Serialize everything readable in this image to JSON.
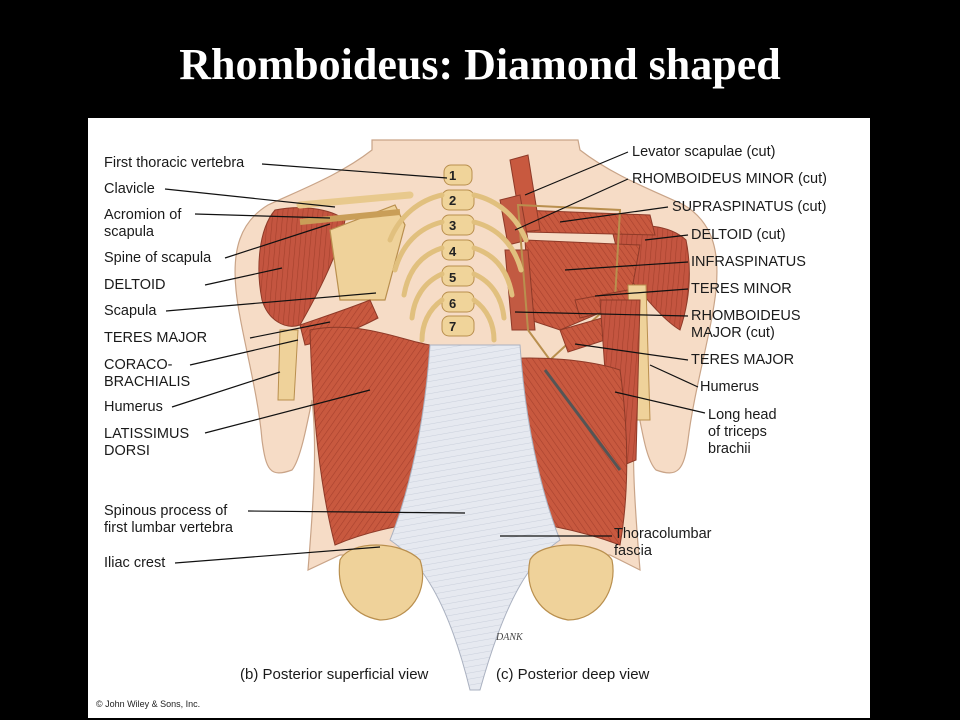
{
  "title": "Rhomboideus: Diamond shaped",
  "left_labels": [
    "First thoracic vertebra",
    "Clavicle",
    "Acromion of\nscapula",
    "Spine of scapula",
    "DELTOID",
    "Scapula",
    "TERES MAJOR",
    "CORACO-\nBRACHIALIS",
    "Humerus",
    "LATISSIMUS\nDORSI",
    "Spinous process of\nfirst lumbar vertebra",
    "Iliac crest"
  ],
  "right_labels": [
    "Levator scapulae (cut)",
    "RHOMBOIDEUS MINOR (cut)",
    "SUPRASPINATUS (cut)",
    "DELTOID (cut)",
    "INFRASPINATUS",
    "TERES MINOR",
    "RHOMBOIDEUS\nMAJOR (cut)",
    "TERES MAJOR",
    "Humerus",
    "Long head\nof triceps\nbrachii",
    "Thoracolumbar\nfascia"
  ],
  "vertebra_numbers": [
    "1",
    "2",
    "3",
    "4",
    "5",
    "6",
    "7"
  ],
  "captions": {
    "left": "(b) Posterior superficial view",
    "right": "(c) Posterior deep view"
  },
  "signature": "DANK",
  "copyright": "© John Wiley & Sons, Inc.",
  "colors": {
    "background": "#000000",
    "panel": "#ffffff",
    "skin": "#f5dcc4",
    "muscle": "#c5553f",
    "bone": "#f0d49a",
    "fascia": "#e4e7ee"
  }
}
